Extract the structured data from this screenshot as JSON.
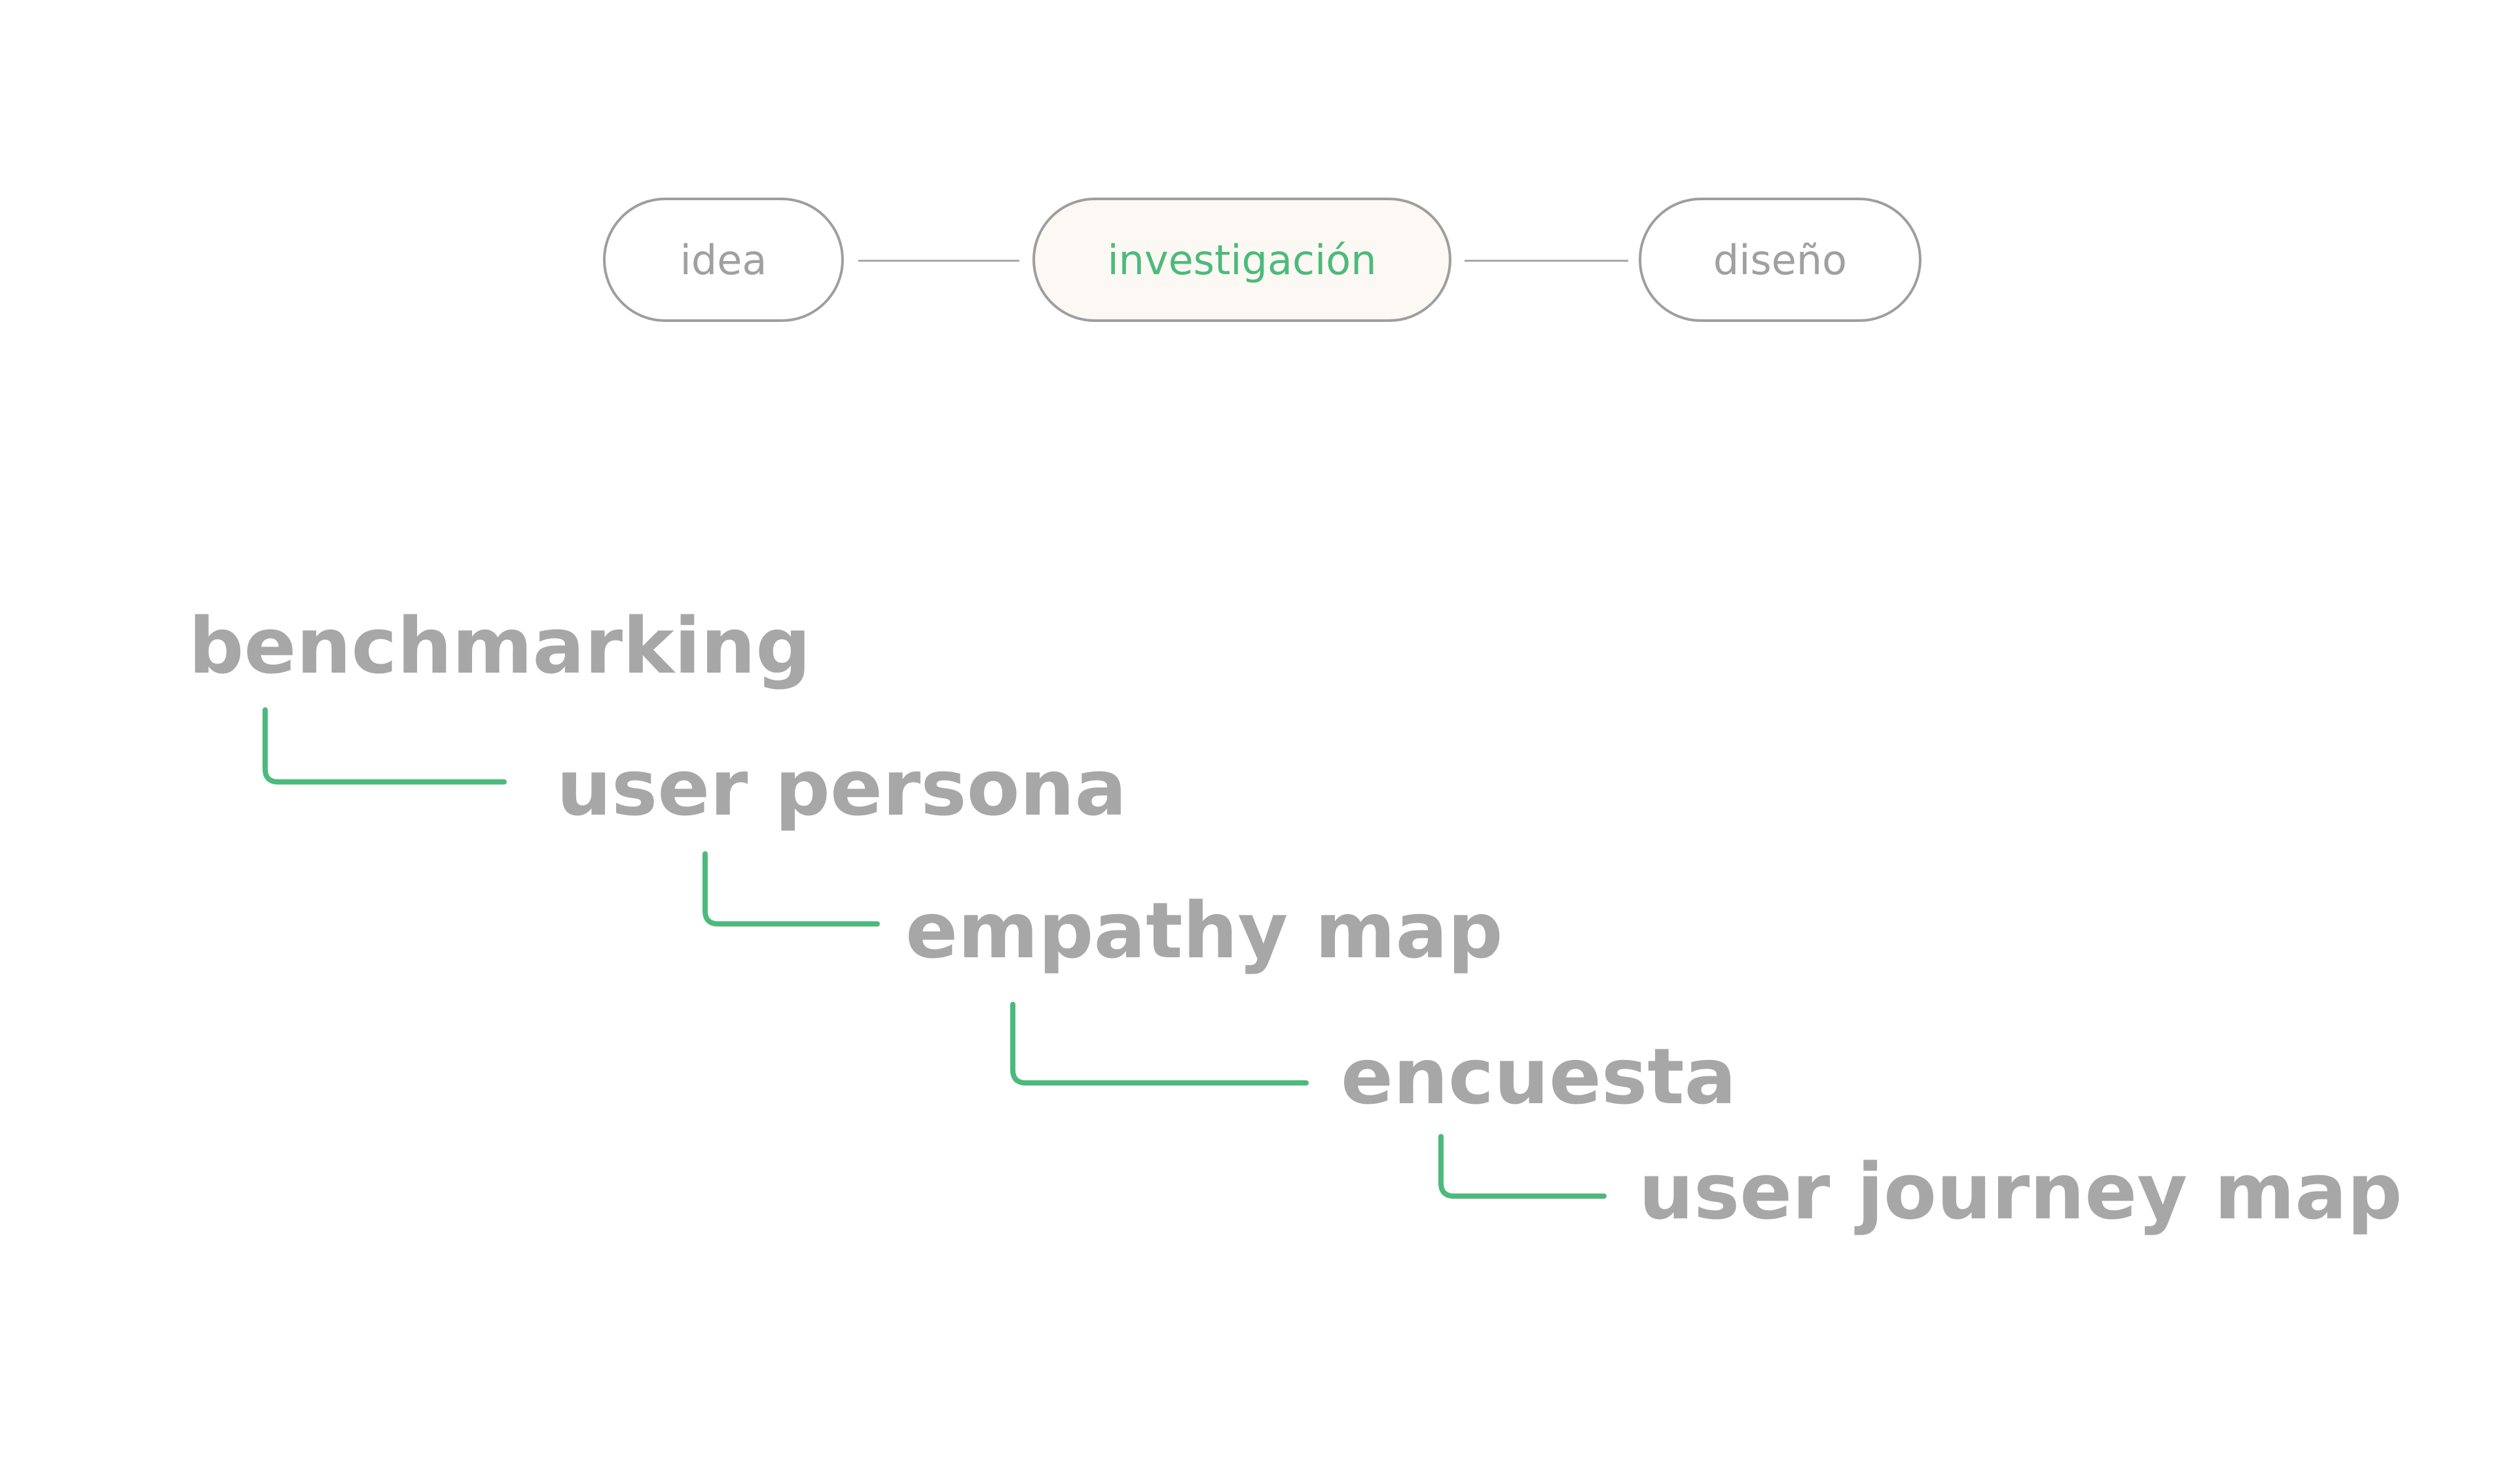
{
  "stages": {
    "items": [
      {
        "label": "idea",
        "active": false
      },
      {
        "label": "investigación",
        "active": true
      },
      {
        "label": "diseño",
        "active": false
      }
    ]
  },
  "steps": [
    {
      "label": "benchmarking"
    },
    {
      "label": "user persona"
    },
    {
      "label": "empathy map"
    },
    {
      "label": "encuesta"
    },
    {
      "label": "user journey map"
    }
  ],
  "colors": {
    "accent": "#4dba7c",
    "text_muted": "#a7a7a7",
    "pill_border": "#9e9e9e",
    "active_pill_bg": "#fcf8f3"
  }
}
